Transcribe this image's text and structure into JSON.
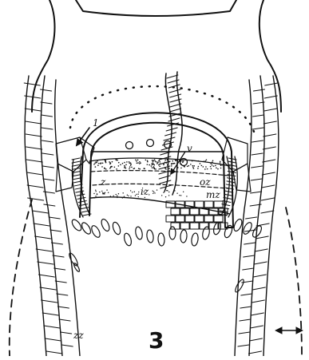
{
  "figure": {
    "number": "3",
    "labels": {
      "arrow_left": "1",
      "v": "v",
      "oz": "oz",
      "mz": "mz",
      "iz": "iz",
      "z": "z",
      "zz": "zz"
    }
  },
  "colors": {
    "ink": "#111111",
    "paper": "#ffffff"
  }
}
